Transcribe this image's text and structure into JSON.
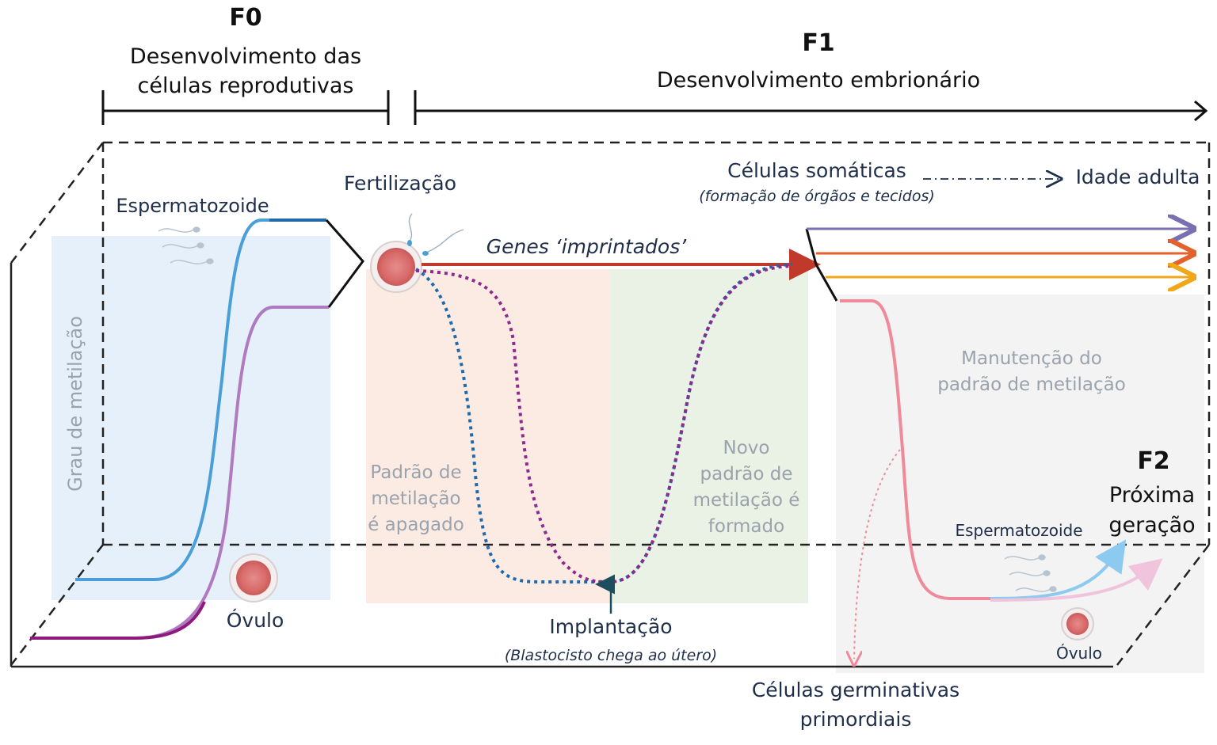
{
  "header": {
    "f0": {
      "label": "F0",
      "line1": "Desenvolvimento das",
      "line2": "células reprodutivas"
    },
    "f1": {
      "label": "F1",
      "subtitle": "Desenvolvimento embrionário"
    }
  },
  "labels": {
    "y_axis": "Grau de metilação",
    "espermatozoide": "Espermatozoide",
    "ovulo": "Óvulo",
    "fertilizacao": "Fertilização",
    "genes_imprintados": "Genes ‘imprintados’",
    "celulas_somaticas": "Células somáticas",
    "celulas_somaticas_sub": "(formação de órgãos e tecidos)",
    "idade_adulta": "Idade adulta",
    "padrao_apagado": [
      "Padrão de",
      "metilação",
      "é apagado"
    ],
    "novo_padrao": [
      "Novo",
      "padrão de",
      "metilação é",
      "formado"
    ],
    "manutencao": [
      "Manutenção do",
      "padrão de metilação"
    ],
    "implantacao": "Implantação",
    "implantacao_sub": "(Blastocisto chega ao útero)",
    "f2": "F2",
    "proxima_geracao": [
      "Próxima",
      "geração"
    ],
    "espermatozoide_f2": "Espermatozoide",
    "ovulo_f2": "Óvulo",
    "germinativas": [
      "Células germinativas",
      "primordiais"
    ]
  },
  "colors": {
    "sperm_line": "#4a9fd8",
    "egg_line": "#a060b0",
    "imprinted": "#c0392b",
    "somatic_purple": "#7a6fb0",
    "somatic_orange": "#e2622b",
    "somatic_yellow": "#f0a81a",
    "germline": "#e88a8a",
    "panel_blue": "#e6f0fa",
    "panel_peach": "#fcebe2",
    "panel_green": "#e9f2e4",
    "panel_grey": "#f3f3f3",
    "text_dark": "#1f2f4a"
  }
}
